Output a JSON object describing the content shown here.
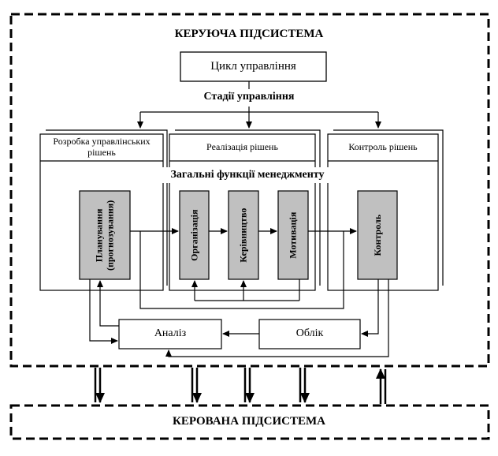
{
  "control_subsystem": {
    "title": "КЕРУЮЧА ПІДСИСТЕМА"
  },
  "controlled_subsystem": {
    "title": "КЕРОВАНА ПІДСИСТЕМА"
  },
  "cycle": {
    "label": "Цикл управління"
  },
  "stages": {
    "label": "Стадії управління",
    "items": [
      {
        "label": "Розробка управлінських рішень"
      },
      {
        "label": "Реалізація рішень"
      },
      {
        "label": "Контроль рішень"
      }
    ]
  },
  "functions": {
    "label": "Загальні функції менеджменту",
    "planning": "Планування (прогнозування)",
    "organization": "Організація",
    "leadership": "Керівництво",
    "motivation": "Мотивація",
    "control": "Контроль"
  },
  "analysis": {
    "label": "Аналіз"
  },
  "accounting": {
    "label": "Облік"
  },
  "colors": {
    "function_fill": "#c0c0c0",
    "line": "#000000",
    "background": "#ffffff"
  }
}
